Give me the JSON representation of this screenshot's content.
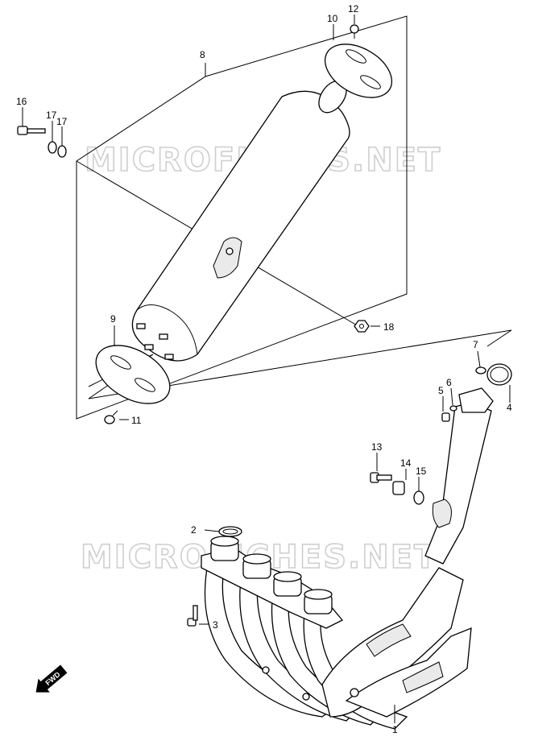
{
  "watermark": "MICROFICHES.NET",
  "fwd_label": "FWD",
  "parts": {
    "p1": "1",
    "p2": "2",
    "p3": "3",
    "p4": "4",
    "p5": "5",
    "p6": "6",
    "p7": "7",
    "p8": "8",
    "p9": "9",
    "p10": "10",
    "p11": "11",
    "p12": "12",
    "p13": "13",
    "p14": "14",
    "p15": "15",
    "p16": "16",
    "p17a": "17",
    "p17b": "17",
    "p18": "18"
  }
}
